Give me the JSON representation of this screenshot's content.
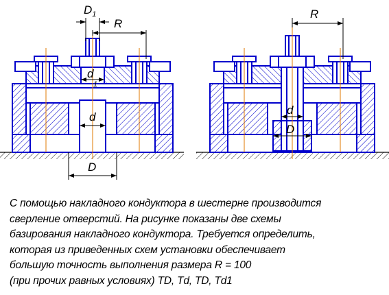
{
  "figure": {
    "left_scheme": {
      "labels": {
        "D1_main": "D",
        "D1_sub": "1",
        "R": "R",
        "d1_main": "d",
        "d1_sub": "1",
        "d": "d",
        "D": "D"
      }
    },
    "right_scheme": {
      "labels": {
        "R": "R",
        "d": "d",
        "D": "D"
      }
    }
  },
  "caption": {
    "lines": [
      "С помощью накладного кондуктора в шестерне производится",
      "сверление отверстий. На рисунке показаны две схемы",
      "базирования накладного кондуктора. Требуется определить,",
      "которая из приведенных схем установки обеспечивает",
      "большую точность выполнения размера R = 100",
      "(при прочих равных условиях) TD, Td, TD, Td1"
    ]
  },
  "colors": {
    "outline": "#0000cc",
    "centerline": "#e07800",
    "dimension": "#000000",
    "background": "#ffffff"
  }
}
